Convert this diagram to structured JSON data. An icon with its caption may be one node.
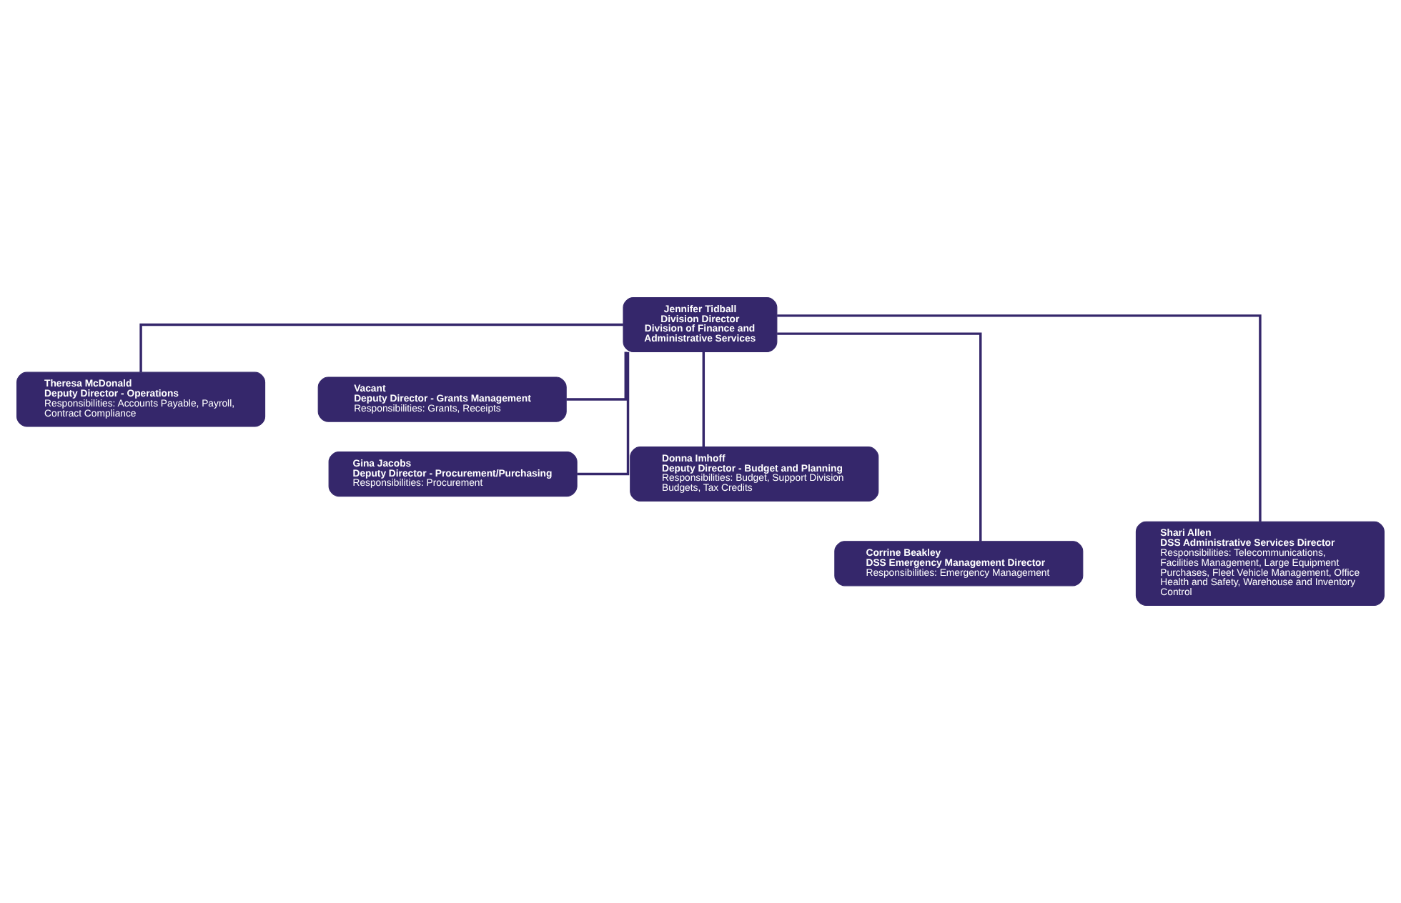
{
  "diagram": {
    "nodes": [
      {
        "text": [
          "Jennifer Tidball",
          "Division Director",
          "Division of Finance and Administrative Services"
        ]
      },
      {
        "text": [
          "Theresa McDonald",
          "Deputy Director - Operations",
          "Responsibilities: Accounts Payable, Payroll, Contract Compliance"
        ]
      },
      {
        "text": [
          "Vacant",
          "Deputy Director - Grants Management",
          "Responsibilities: Grants, Receipts"
        ]
      },
      {
        "text": [
          "Gina Jacobs",
          "Deputy Director - Procurement/Purchasing",
          "Responsibilities: Procurement"
        ]
      },
      {
        "text": [
          "Donna Imhoff",
          "Deputy Director - Budget and Planning",
          "Responsibilities: Budget, Support Division Budgets, Tax Credits"
        ]
      },
      {
        "text": [
          "Corrine Beakley",
          "DSS Emergency Management Director",
          "Responsibilities: Emergency Management"
        ]
      },
      {
        "text": [
          "Shari Allen",
          "DSS Administrative Services Director",
          "Responsibilities: Telecommunications, Facilities Management, Large Equipment Purchases, Fleet Vehicle Management, Office Health and Safety, Warehouse and Inventory Control"
        ]
      }
    ],
    "edges": [
      {
        "from": 0,
        "to": 1,
        "arrow": "none"
      },
      {
        "from": 0,
        "to": 2,
        "arrow": "none"
      },
      {
        "from": 0,
        "to": 3,
        "arrow": "none"
      },
      {
        "from": 0,
        "to": 4,
        "arrow": "none"
      },
      {
        "from": 0,
        "to": 5,
        "arrow": "none"
      },
      {
        "from": 0,
        "to": 6,
        "arrow": "none"
      }
    ]
  }
}
